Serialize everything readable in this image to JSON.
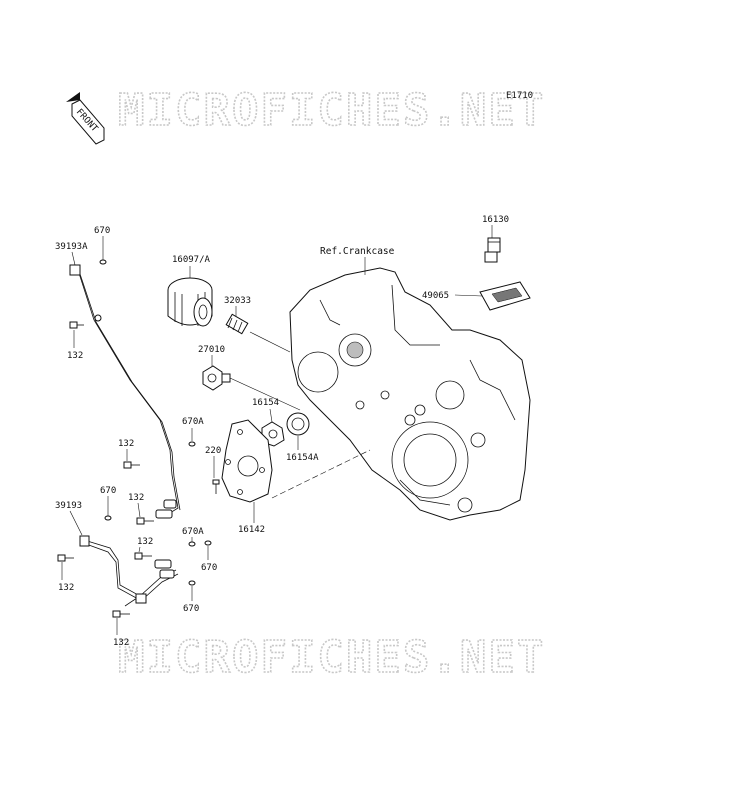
{
  "diagram_code": "E1710",
  "front_label": "FRONT",
  "watermark": "MICROFICHES.NET",
  "ref_label": "Ref.Crankcase",
  "callouts": {
    "c16130": "16130",
    "c49065": "49065",
    "c16097": "16097/A",
    "c32033": "32033",
    "c27010": "27010",
    "c16154": "16154",
    "c16154a": "16154A",
    "c16142": "16142",
    "c220": "220",
    "c39193a": "39193A",
    "c670_top": "670",
    "c132_a": "132",
    "c670a_1": "670A",
    "c132_b": "132",
    "c132_c": "132",
    "c670_mid": "670",
    "c39193": "39193",
    "c670a_2": "670A",
    "c132_d": "132",
    "c670_right": "670",
    "c132_e": "132",
    "c670_bottom": "670",
    "c132_f": "132"
  }
}
